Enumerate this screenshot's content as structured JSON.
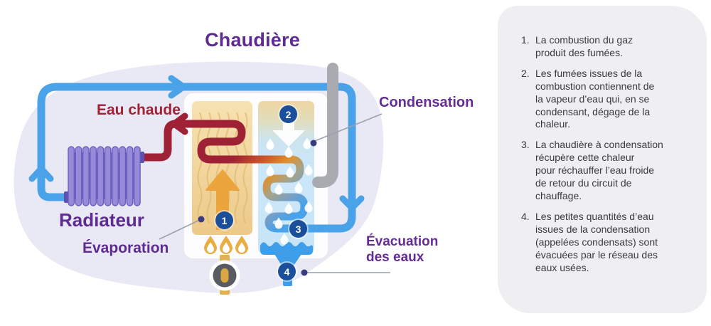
{
  "title": "Chaudière",
  "diagram": {
    "labels": {
      "hot_water": "Eau chaude",
      "radiator": "Radiateur",
      "evaporation": "Évaporation",
      "condensation": "Condensation",
      "water_drain": "Évacuation des eaux"
    },
    "markers": [
      "1",
      "2",
      "3",
      "4"
    ]
  },
  "legend": {
    "items": [
      {
        "number": "1.",
        "text": "La combustion du gaz\nproduit des fumées."
      },
      {
        "number": "2.",
        "text": "Les fumées issues de la\ncombustion contiennent de\nla vapeur d’eau qui, en se\ncondensant, dégage de la\nchaleur."
      },
      {
        "number": "3.",
        "text": "La chaudière à condensation\nrécupère cette chaleur\npour réchauffer l’eau froide\nde retour du circuit de\nchauffage."
      },
      {
        "number": "4.",
        "text": "Les petites quantités d’eau\nissues de la condensation\n(appelées condensats) sont\névacuées par le réseau des\neaux usées."
      }
    ]
  },
  "colors": {
    "accent_purple": "#5e2b92",
    "hot_red": "#9e2136",
    "pipe_blue": "#4aa2e9",
    "marker_navy": "#1b4e9b",
    "flame_gold": "#e9ad42",
    "blob_lavender": "#e9e9f5",
    "panel_gray": "#efeff2"
  }
}
